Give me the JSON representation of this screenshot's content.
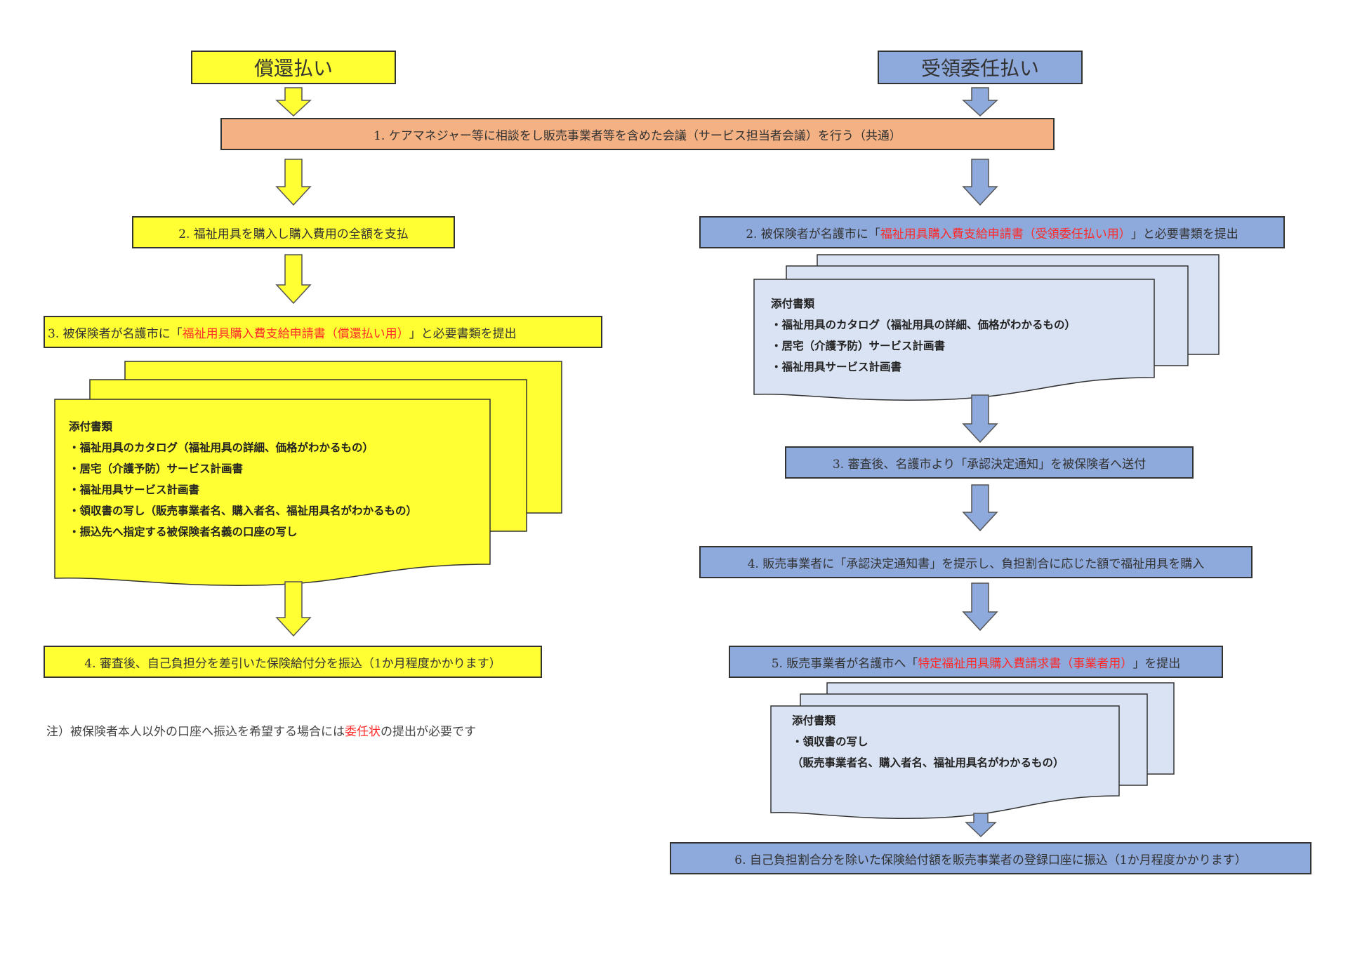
{
  "headers": {
    "left": "償還払い",
    "right": "受領委任払い"
  },
  "common_step": "1. ケアマネジャー等に相談をし販売事業者等を含めた会議（サービス担当者会議）を行う（共通）",
  "left": {
    "step2": "2. 福祉用具を購入し購入費用の全額を支払",
    "step3": {
      "pre": "3. 被保険者が名護市に「",
      "red": "福祉用具購入費支給申請書（償還払い用）",
      "post": "」と必要書類を提出"
    },
    "attachments": {
      "title": "添付書類",
      "items": [
        "・福祉用具のカタログ（福祉用具の詳細、価格がわかるもの）",
        "・居宅（介護予防）サービス計画書",
        "・福祉用具サービス計画書",
        "・領収書の写し（販売事業者名、購入者名、福祉用具名がわかるもの）",
        "・振込先へ指定する被保険者名義の口座の写し"
      ]
    },
    "step4": "4. 審査後、自己負担分を差引いた保険給付分を振込（1か月程度かかります）",
    "note": {
      "pre": "注）被保険者本人以外の口座へ振込を希望する場合には",
      "red": "委任状",
      "post": "の提出が必要です"
    }
  },
  "right": {
    "step2": {
      "pre": "2. 被保険者が名護市に「",
      "red": "福祉用具購入費支給申請書（受領委任払い用）",
      "post": "」と必要書類を提出"
    },
    "attachments1": {
      "title": "添付書類",
      "items": [
        "・福祉用具のカタログ（福祉用具の詳細、価格がわかるもの）",
        "・居宅（介護予防）サービス計画書",
        "・福祉用具サービス計画書"
      ]
    },
    "step3": "3. 審査後、名護市より「承認決定通知」を被保険者へ送付",
    "step4": "4. 販売事業者に「承認決定通知書」を提示し、負担割合に応じた額で福祉用具を購入",
    "step5": {
      "pre": "5. 販売事業者が名護市へ「",
      "red": "特定福祉用具購入費請求書（事業者用）",
      "post": "」を提出"
    },
    "attachments2": {
      "title": "添付書類",
      "items": [
        "・領収書の写し",
        "（販売事業者名、購入者名、福祉用具名がわかるもの）"
      ]
    },
    "step6": "6. 自己負担割合分を除いた保険給付額を販売事業者の登録口座に振込（1か月程度かかります）"
  },
  "colors": {
    "yellow": "#ffff33",
    "blue": "#8ea9db",
    "orange": "#f4b183",
    "red": "#ff2a2a"
  }
}
